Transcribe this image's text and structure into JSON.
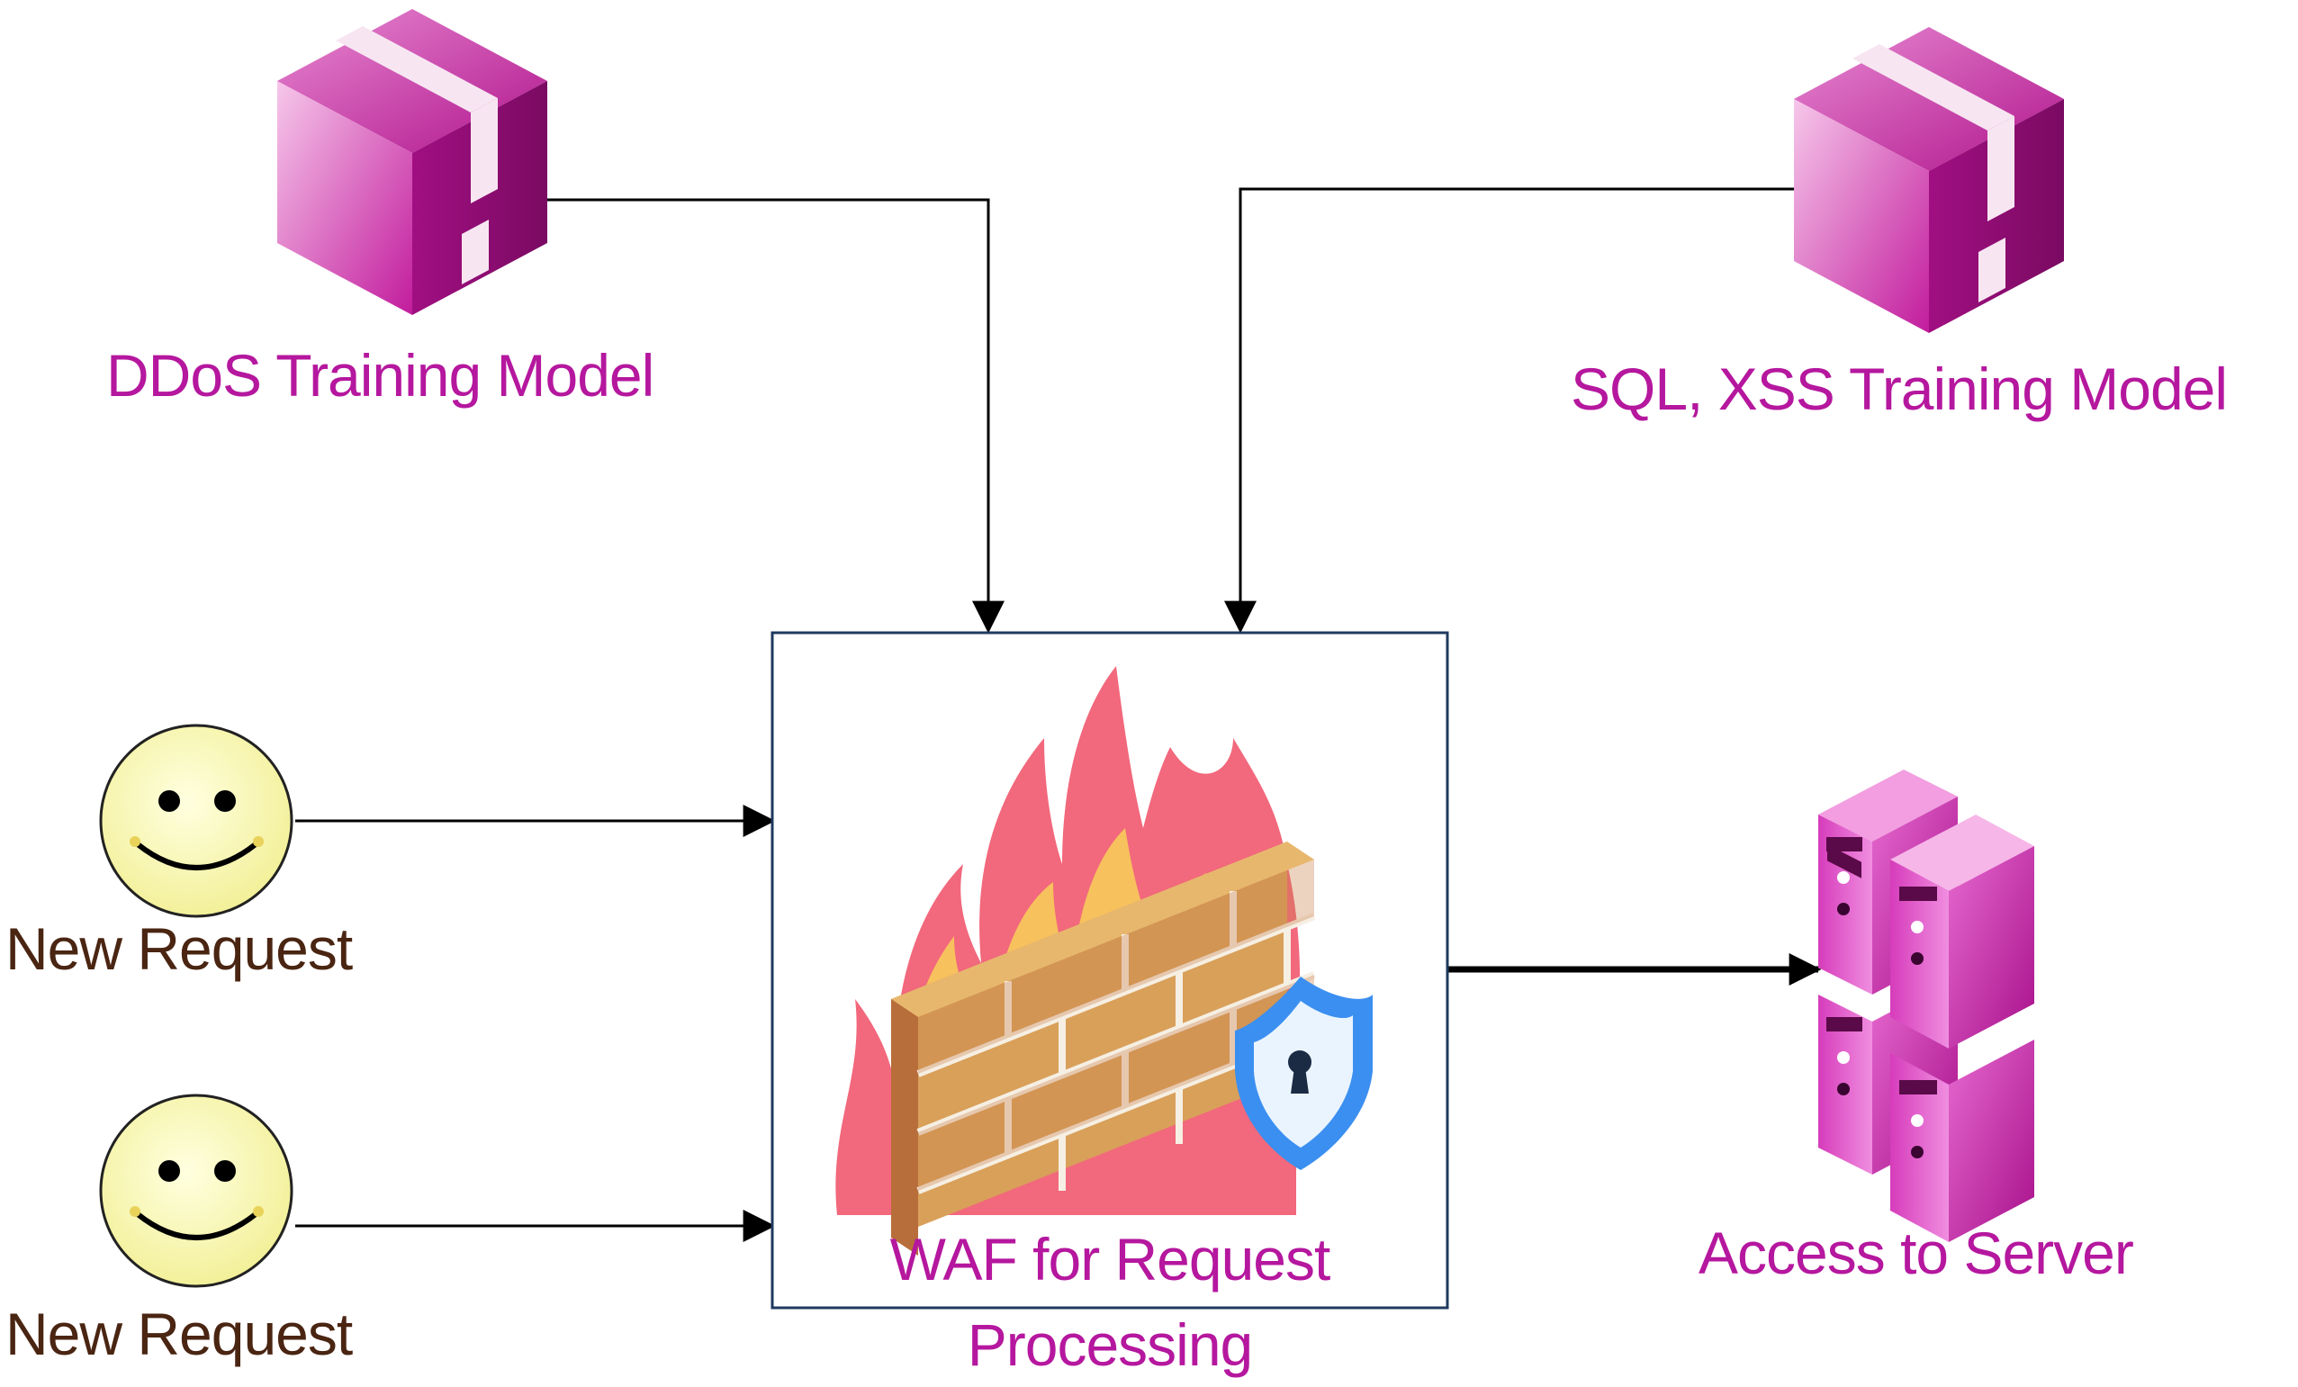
{
  "nodes": {
    "ddos_model": {
      "label": "DDoS Training Model",
      "icon": "package-box-icon"
    },
    "sql_xss_model": {
      "label": "SQL, XSS Training Model",
      "icon": "package-box-icon"
    },
    "request_1": {
      "label": "New Request",
      "icon": "smiley-face-icon"
    },
    "request_2": {
      "label": "New Request",
      "icon": "smiley-face-icon"
    },
    "waf": {
      "label_line1": "WAF for Request",
      "label_line2": "Processing",
      "icon": "firewall-shield-icon"
    },
    "server": {
      "label": "Access to Server",
      "icon": "server-stack-icon"
    }
  },
  "edges": [
    {
      "from": "ddos_model",
      "to": "waf"
    },
    {
      "from": "sql_xss_model",
      "to": "waf"
    },
    {
      "from": "request_1",
      "to": "waf"
    },
    {
      "from": "request_2",
      "to": "waf"
    },
    {
      "from": "waf",
      "to": "server"
    }
  ],
  "colors": {
    "label_magenta": "#b5179e",
    "label_brown": "#4a2512",
    "box_magenta": "#c81fa4",
    "smiley_yellow": "#fafab0",
    "flame_pink": "#f2687c",
    "flame_yellow": "#f7c15e",
    "brick": "#d9a05a",
    "shield_blue": "#3b8ff0",
    "connector": "#000000",
    "waf_border": "#1f3a5f"
  }
}
